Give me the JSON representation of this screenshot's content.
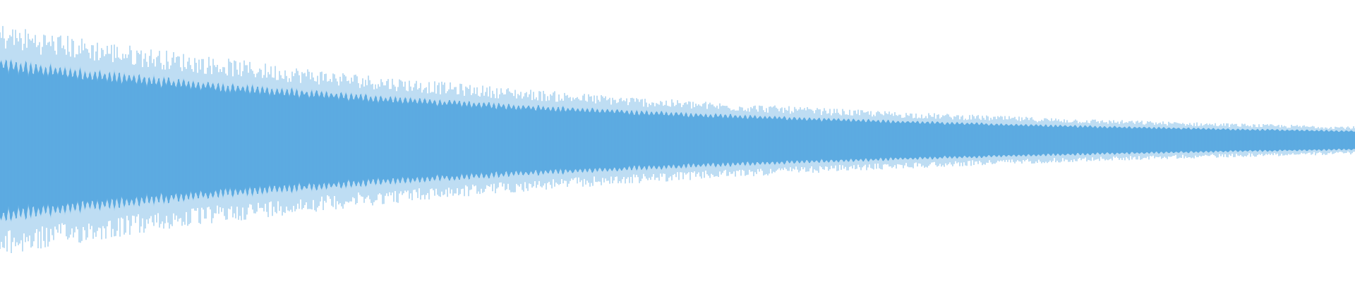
{
  "waveform": {
    "color": "#5dabe1",
    "background": "#ffffff",
    "shape": "decaying-oscillation",
    "peak_amplitude_start": 0.83,
    "peak_amplitude_end": 0.1,
    "decay": "exponential"
  }
}
